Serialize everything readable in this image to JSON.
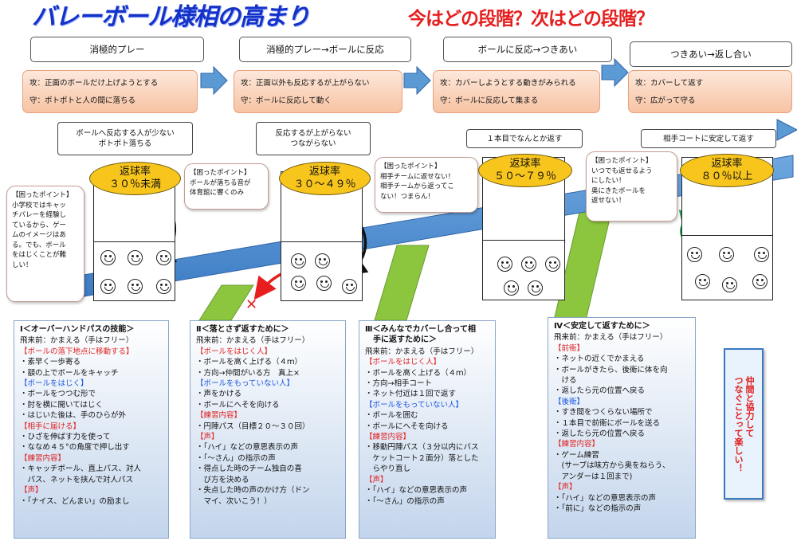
{
  "title": "バレーボール様相の高まり",
  "subtitle": "今はどの段階？次はどの段階？",
  "stages": [
    {
      "label": "消極的プレー",
      "attack": "攻：正面のボールだけ上げようとする",
      "defense": "守：ポトポトと人の間に落ちる"
    },
    {
      "label": "消極的プレー→ボールに反応",
      "attack": "攻：正面以外も反応するが上がらない",
      "defense": "守：ボールに反応して動く"
    },
    {
      "label": "ボールに反応→つきあい",
      "attack": "攻：カバーしようとする動きがみられる",
      "defense": "守：ボールに反応して集まる"
    },
    {
      "label": "つきあい→返し合い",
      "attack": "攻：カバーして返す",
      "defense": "守：広がって守る"
    }
  ],
  "callouts": [
    {
      "line1": "ボールへ反応する人が少ない",
      "line2": "ポトポト落ちる"
    },
    {
      "line1": "反応するが上がらない",
      "line2": "つながらない"
    },
    {
      "line1": "１本目でなんとか返す",
      "line2": ""
    },
    {
      "line1": "相手コートに安定して返す",
      "line2": ""
    }
  ],
  "courts": [
    {
      "rate_label": "返球率",
      "rate_value": "３０％未満"
    },
    {
      "rate_label": "返球率",
      "rate_value": "３０～４９％"
    },
    {
      "rate_label": "返球率",
      "rate_value": "５０～７９％"
    },
    {
      "rate_label": "返球率",
      "rate_value": "８０％以上"
    }
  ],
  "troubles": [
    {
      "header": "【困ったポイント】",
      "lines": [
        "小学校ではキャッ",
        "チバレーを経験し",
        "ているから、ゲー",
        "ムのイメージはあ",
        "る。でも、ボール",
        "をはじくことが難",
        "しい！"
      ]
    },
    {
      "header": "【困ったポイント】",
      "lines": [
        "ボールが落ちる音が",
        "体育館に響くのみ"
      ]
    },
    {
      "header": "【困ったポイント】",
      "lines": [
        "相手チームに返せない！",
        "相手チームから返ってこ",
        "ない！つまらん！"
      ]
    },
    {
      "header": "【困ったポイント】",
      "lines": [
        "いつでも返せるよう",
        "にしたい！",
        "奥にきたボールを",
        "返せない！"
      ]
    }
  ],
  "panels": [
    {
      "heading": "Ⅰ＜オーバーハンドパスの技能＞",
      "lines": [
        {
          "t": "飛来前：かまえる（手はフリー）",
          "c": ""
        },
        {
          "t": "【ボールの落下地点に移動する】",
          "c": "red"
        },
        {
          "t": "・素早く一歩寄る",
          "c": ""
        },
        {
          "t": "・額の上でボールをキャッチ",
          "c": ""
        },
        {
          "t": "【ボールをはじく】",
          "c": "blue"
        },
        {
          "t": "・ボールをつつむ形で",
          "c": ""
        },
        {
          "t": "・肘を横に開いてはじく",
          "c": ""
        },
        {
          "t": "・はじいた後は、手のひらが外",
          "c": ""
        },
        {
          "t": "【相手に届ける】",
          "c": "red"
        },
        {
          "t": "・ひざを伸ばす力を使って",
          "c": ""
        },
        {
          "t": "・ななめ４５°の角度で押し出す",
          "c": ""
        },
        {
          "t": "【練習内容】",
          "c": "red"
        },
        {
          "t": "・キャッチボール、直上パス、対人",
          "c": ""
        },
        {
          "t": "　パス、ネットを挟んで対人パス",
          "c": ""
        },
        {
          "t": "【声】",
          "c": "red"
        },
        {
          "t": "・「ナイス、どんまい」の励まし",
          "c": ""
        }
      ]
    },
    {
      "heading": "Ⅱ＜落とさず返すために＞",
      "lines": [
        {
          "t": "飛来前：かまえる（手はフリー）",
          "c": ""
        },
        {
          "t": "【ボールをはじく人】",
          "c": "red"
        },
        {
          "t": "・ボールを高く上げる（４ｍ）",
          "c": ""
        },
        {
          "t": "・方向→仲間がいる方　真上×",
          "c": ""
        },
        {
          "t": "【ボールをもっていない人】",
          "c": "blue"
        },
        {
          "t": "・声をかける",
          "c": ""
        },
        {
          "t": "・ボールにへそを向ける",
          "c": ""
        },
        {
          "t": "【練習内容】",
          "c": "red"
        },
        {
          "t": "・円陣パス（目標２０～３０回）",
          "c": ""
        },
        {
          "t": "【声】",
          "c": "red"
        },
        {
          "t": "・「ハイ」などの意思表示の声",
          "c": ""
        },
        {
          "t": "・「～さん」の指示の声",
          "c": ""
        },
        {
          "t": "・得点した時のチーム独自の喜",
          "c": ""
        },
        {
          "t": "　び方を決める",
          "c": ""
        },
        {
          "t": "・失点した時の声のかけ方（ドン",
          "c": ""
        },
        {
          "t": "　マイ、次いこう！）",
          "c": ""
        }
      ]
    },
    {
      "heading": "Ⅲ＜みんなでカバーし合って相\n　手に返すために＞",
      "lines": [
        {
          "t": "飛来前：かまえる（手はフリー）",
          "c": ""
        },
        {
          "t": "【ボールをはじく人】",
          "c": "red"
        },
        {
          "t": "・ボールを高く上げる（４ｍ）",
          "c": ""
        },
        {
          "t": "・方向→相手コート",
          "c": ""
        },
        {
          "t": "・ネット付近は１回で返す",
          "c": ""
        },
        {
          "t": "【ボールをもっていない人】",
          "c": "blue"
        },
        {
          "t": "・ボールを囲む",
          "c": ""
        },
        {
          "t": "・ボールにへそを向ける",
          "c": ""
        },
        {
          "t": "【練習内容】",
          "c": "red"
        },
        {
          "t": "・移動円陣パス（３分以内にバス",
          "c": ""
        },
        {
          "t": "　ケットコート２面分）落とした",
          "c": ""
        },
        {
          "t": "　らやり直し",
          "c": ""
        },
        {
          "t": "【声】",
          "c": "red"
        },
        {
          "t": "・「ハイ」などの意思表示の声",
          "c": ""
        },
        {
          "t": "・「～さん」の指示の声",
          "c": ""
        }
      ]
    },
    {
      "heading": "Ⅳ＜安定して返すために＞",
      "lines": [
        {
          "t": "飛来前：かまえる（手はフリー）",
          "c": ""
        },
        {
          "t": "【前衛】",
          "c": "red"
        },
        {
          "t": "・ネットの近くでかまえる",
          "c": ""
        },
        {
          "t": "・ボールがきたら、後衛に体を向",
          "c": ""
        },
        {
          "t": "　ける",
          "c": ""
        },
        {
          "t": "・返したら元の位置へ戻る",
          "c": ""
        },
        {
          "t": "【後衛】",
          "c": "blue"
        },
        {
          "t": "・すき間をつくらない場所で",
          "c": ""
        },
        {
          "t": "・１本目で前衛にボールを送る",
          "c": ""
        },
        {
          "t": "・返したら元の位置へ戻る",
          "c": ""
        },
        {
          "t": "【練習内容】",
          "c": "red"
        },
        {
          "t": "・ゲーム練習",
          "c": ""
        },
        {
          "t": "　(サーブは味方から奥をねらう、",
          "c": ""
        },
        {
          "t": "　アンダーは１回まで)",
          "c": ""
        },
        {
          "t": "【声】",
          "c": "red"
        },
        {
          "t": "・「ハイ」などの意思表示の声",
          "c": ""
        },
        {
          "t": "・「前に」などの指示の声",
          "c": ""
        }
      ]
    }
  ],
  "side_note": "仲間と協力して\nつなぐことって楽しい！",
  "colors": {
    "title": "#1432c8",
    "subtitle": "#e61e1e",
    "stair": "#5b9ad5",
    "pillar": "#8cc63e",
    "rate": "#f8c51c",
    "arrow_red": "#e61e1e",
    "arrow_orange": "#f07820",
    "arrow_green": "#20a050"
  }
}
